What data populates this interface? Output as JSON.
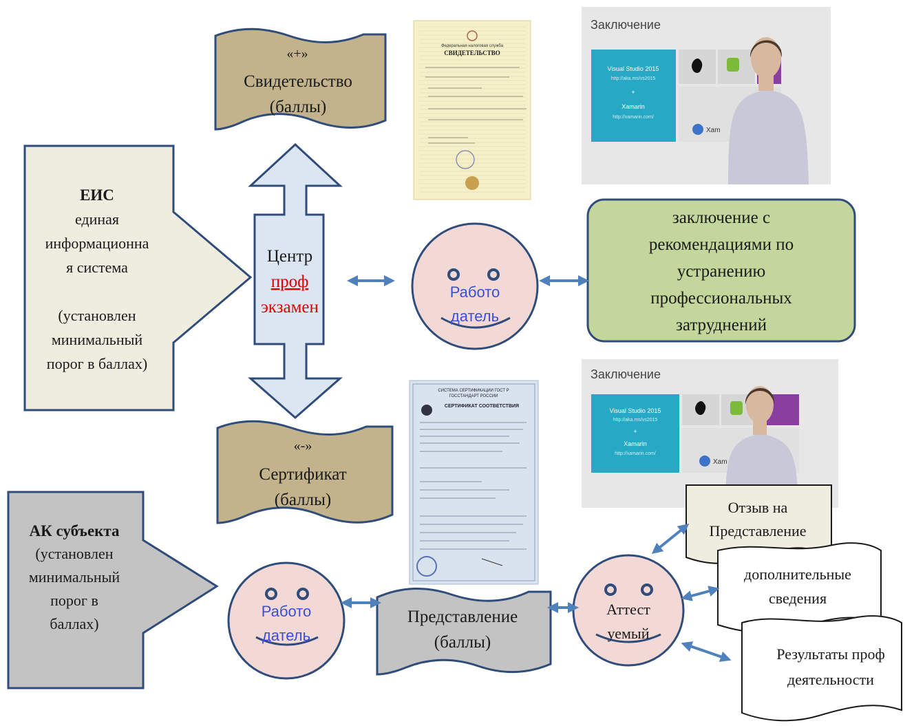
{
  "eis_box": {
    "title": "ЕИС",
    "lines": [
      "единая",
      "информационна",
      "я система",
      "",
      "(установлен",
      "минимальный",
      "порог в баллах)"
    ]
  },
  "ak_box": {
    "title": "АК субъекта",
    "lines": [
      "(установлен",
      "минимальный",
      "порог в",
      "баллах)"
    ]
  },
  "center": {
    "line1": "Центр",
    "line2": "проф",
    "line3": "экзамен"
  },
  "svid_banner": {
    "mark": "«+»",
    "line1": "Свидетельство",
    "line2": "(баллы)"
  },
  "sert_banner": {
    "mark": "«-»",
    "line1": "Сертификат",
    "line2": "(баллы)"
  },
  "pred_banner": {
    "line1": "Представление",
    "line2": "(баллы)"
  },
  "face_top": {
    "line1": "Работо",
    "line2": "датель"
  },
  "face_bottom_left": {
    "line1": "Работо",
    "line2": "датель"
  },
  "face_attest": {
    "line1": "Аттест",
    "line2": "уемый"
  },
  "conclusion_box": {
    "lines": [
      "заключение с",
      "рекомендациями по",
      "устранению",
      "профессиональных",
      "затруднений"
    ]
  },
  "docs": {
    "otzyv": [
      "Отзыв на",
      "Представление"
    ],
    "dop": [
      "дополнительные",
      "сведения"
    ],
    "rez": [
      "Результаты проф",
      "деятельности"
    ]
  },
  "certificate_doc": {
    "org": "Федеральная налоговая служба",
    "title": "СВИДЕТЕЛЬСТВО"
  },
  "conformity_doc": {
    "system": "СИСТЕМА СЕРТИФИКАЦИИ ГОСТ Р",
    "agency": "ГОССТАНДАРТ РОССИИ",
    "title": "СЕРТИФИКАТ СООТВЕТСТВИЯ"
  },
  "video_top": {
    "title": "Заключение",
    "tile_line1": "Visual Studio 2015",
    "tile_link1": "http://aka.ms/vs2015",
    "tile_plus": "+",
    "tile_line2": "Xamarin",
    "tile_link2": "http://xamarin.com/",
    "xam_label": "Xam"
  },
  "video_bottom": {
    "title": "Заключение",
    "tile_line1": "Visual Studio 2015",
    "tile_link1": "http://aka.ms/vs2015",
    "tile_plus": "+",
    "tile_line2": "Xamarin",
    "tile_link2": "http://xamarin.com/",
    "xam_label": "Xam"
  },
  "colors": {
    "arrow_fill": "#efece0",
    "arrow_stroke": "#2f4c7a",
    "ak_fill": "#c3c3c3",
    "center_fill": "#dce6f2",
    "banner_fill": "#c2b38c",
    "face_fill": "#f2d9d6",
    "conclusion_fill": "#c3d69b",
    "connector": "#4f81bd",
    "red_text": "#e00000",
    "blue_text": "#3a4fd8"
  }
}
